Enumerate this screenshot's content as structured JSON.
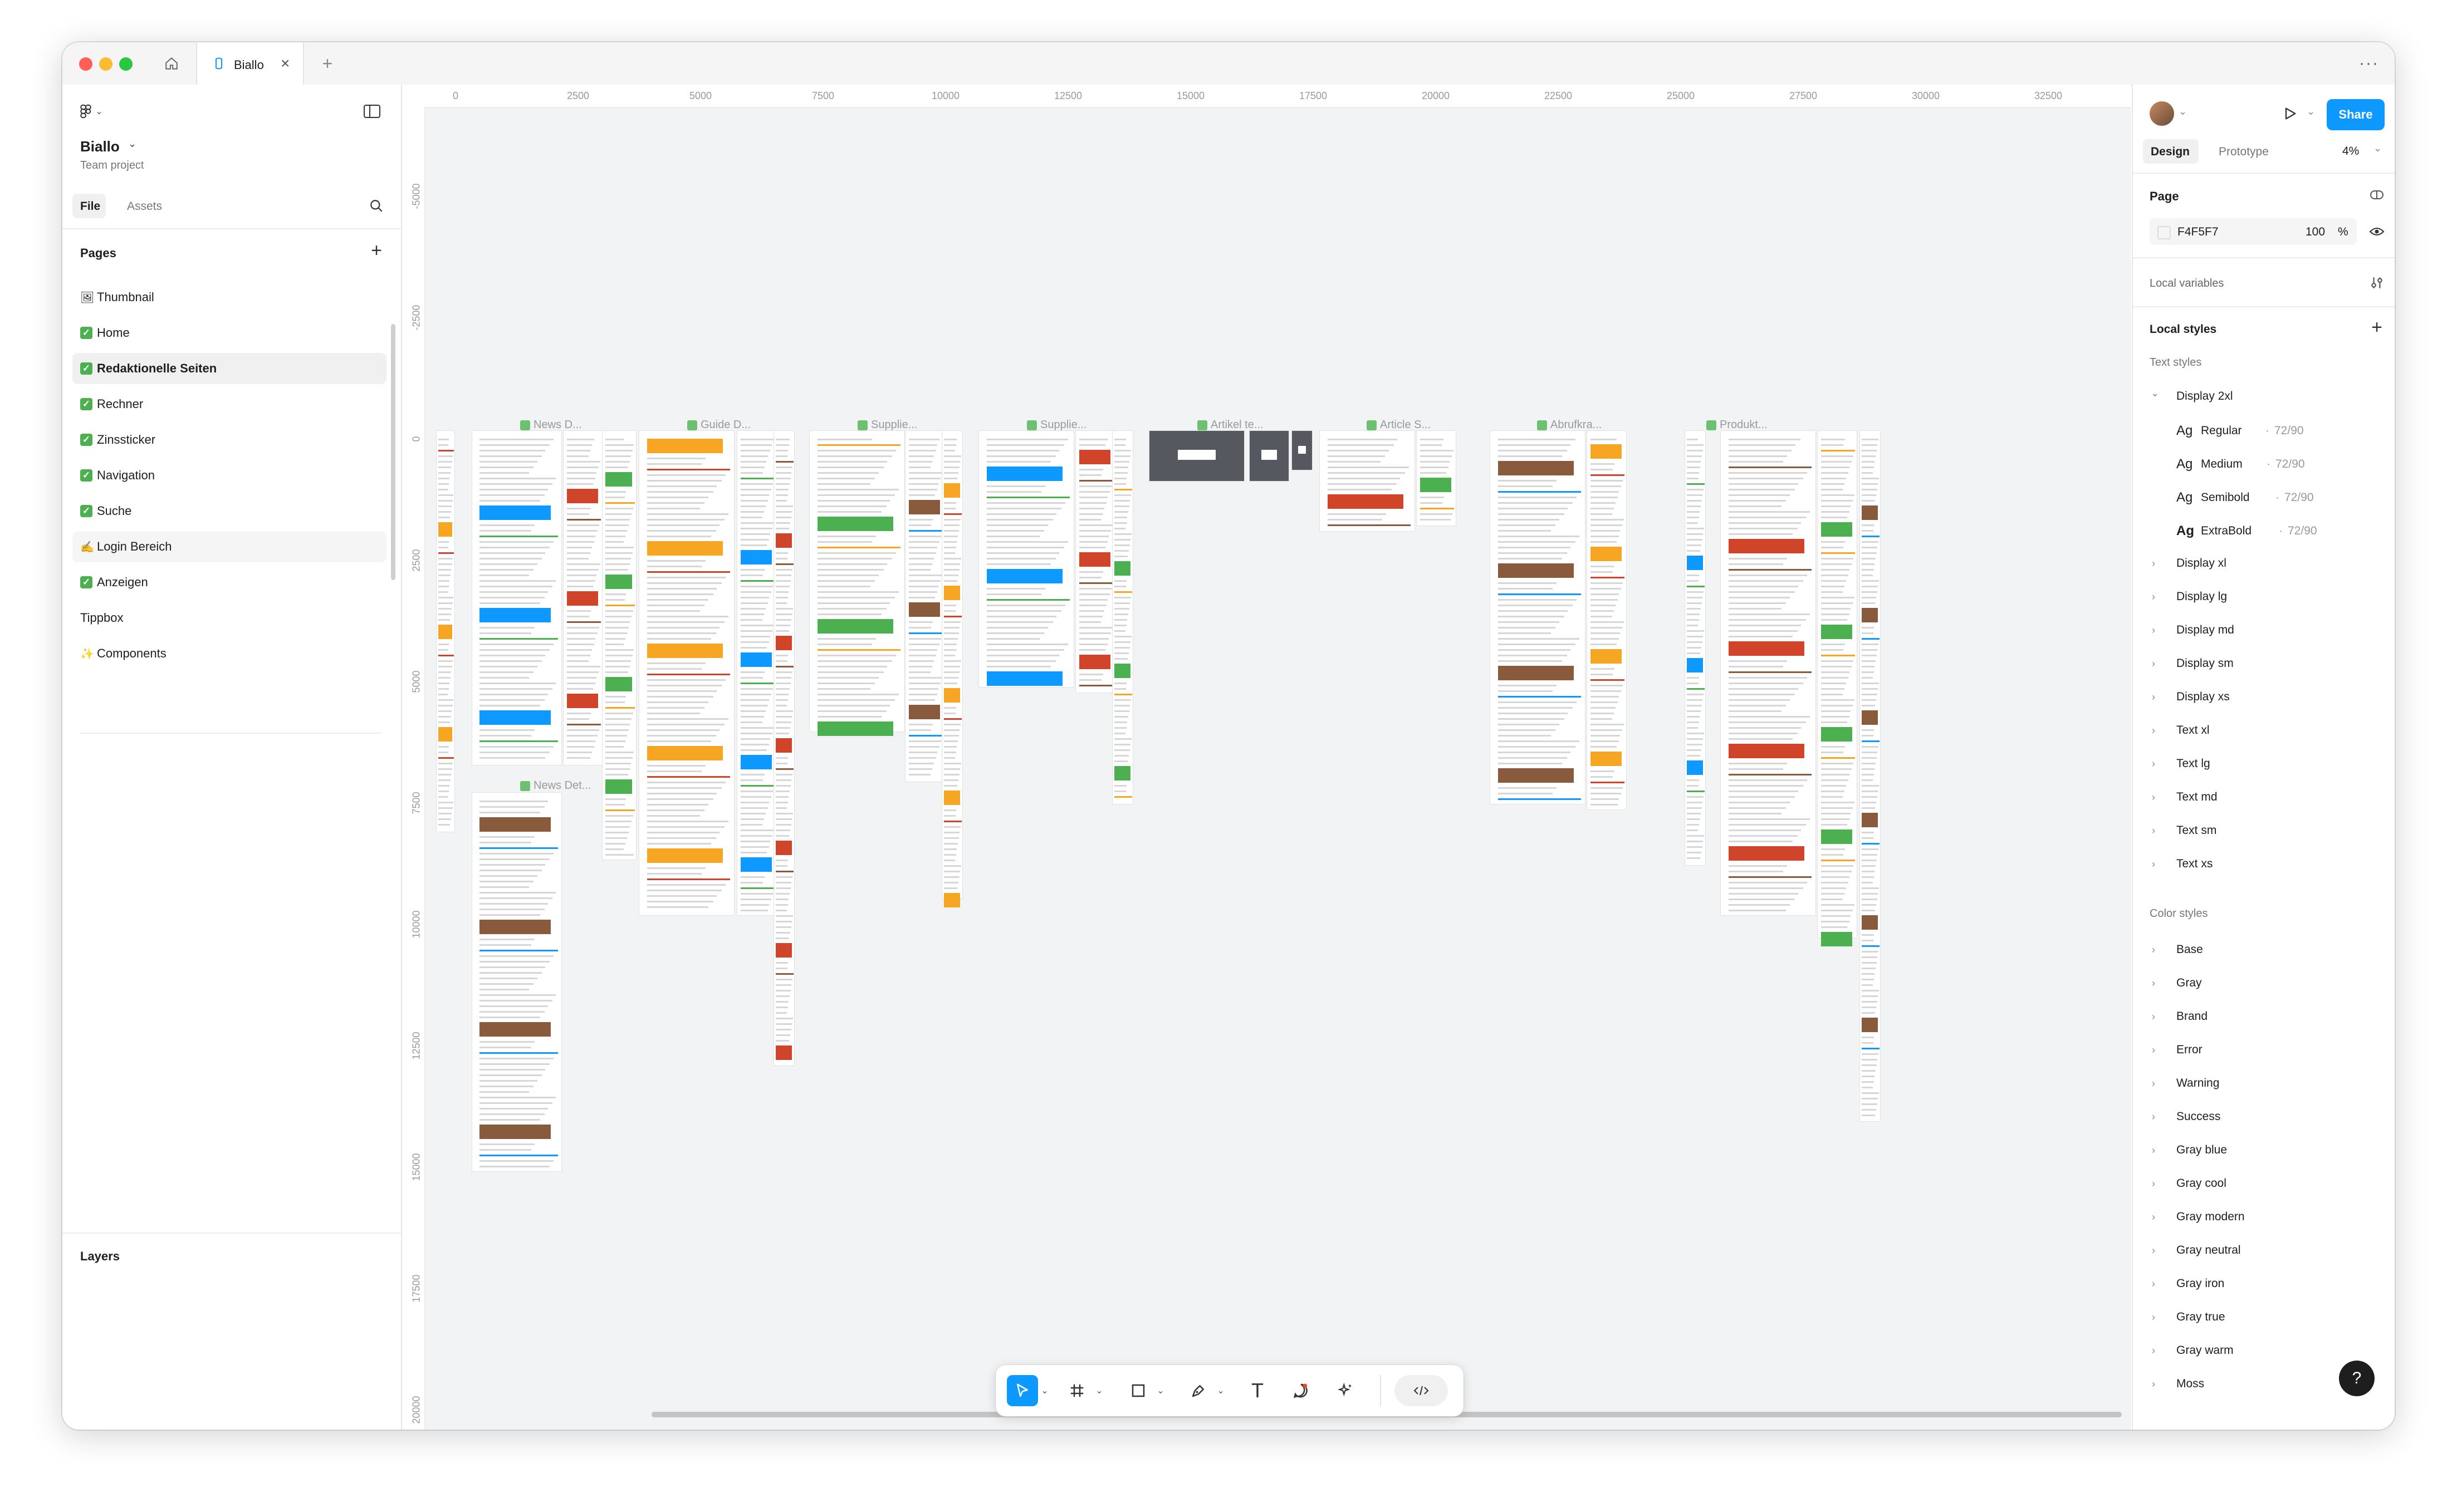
{
  "window": {
    "tab_title": "Biallo",
    "traffic_colors": [
      "#ff5f57",
      "#febc2e",
      "#28c840"
    ]
  },
  "file": {
    "name": "Biallo",
    "subtitle": "Team project",
    "tabs": [
      "File",
      "Assets"
    ],
    "pages_heading": "Pages",
    "layers_heading": "Layers",
    "pages": [
      {
        "marker": "🖼",
        "label": "Thumbnail"
      },
      {
        "marker": "check",
        "label": "Home"
      },
      {
        "marker": "check",
        "label": "Redaktionelle Seiten"
      },
      {
        "marker": "check",
        "label": "Rechner"
      },
      {
        "marker": "check",
        "label": "Zinssticker"
      },
      {
        "marker": "check",
        "label": "Navigation"
      },
      {
        "marker": "check",
        "label": "Suche"
      },
      {
        "marker": "✍",
        "label": "Login Bereich"
      },
      {
        "marker": "check",
        "label": "Anzeigen"
      },
      {
        "marker": "",
        "label": "Tippbox"
      },
      {
        "marker": "✨",
        "label": "Components"
      }
    ]
  },
  "rulers": {
    "top": [
      "0",
      "2500",
      "5000",
      "7500",
      "10000",
      "12500",
      "15000",
      "17500",
      "20000",
      "22500",
      "25000",
      "27500",
      "30000",
      "32500"
    ],
    "left": [
      "-5000",
      "-2500",
      "0",
      "2500",
      "5000",
      "7500",
      "10000",
      "12500",
      "15000",
      "17500",
      "20000"
    ]
  },
  "canvas": {
    "background": "#f2f3f5",
    "section_labels": [
      "News D...",
      "Guide D...",
      "Supplie...",
      "Supplie...",
      "Artikel te...",
      "Article S...",
      "Abrufkra...",
      "Produkt...",
      "News Det..."
    ]
  },
  "right": {
    "share_label": "Share",
    "tabs": [
      "Design",
      "Prototype"
    ],
    "zoom": "4%",
    "page_heading": "Page",
    "page_color": "F4F5F7",
    "page_opacity": "100",
    "page_opacity_unit": "%",
    "local_variables": "Local variables",
    "local_styles": "Local styles",
    "text_styles_heading": "Text styles",
    "display2xl": "Display 2xl",
    "display2xl_variants": [
      {
        "glyph": "Ag",
        "name": "Regular",
        "spec": "72/90"
      },
      {
        "glyph": "Ag",
        "name": "Medium",
        "spec": "72/90"
      },
      {
        "glyph": "Ag",
        "name": "Semibold",
        "spec": "72/90"
      },
      {
        "glyph": "Ag",
        "name": "ExtraBold",
        "spec": "72/90"
      }
    ],
    "text_styles": [
      "Display xl",
      "Display lg",
      "Display md",
      "Display sm",
      "Display xs",
      "Text xl",
      "Text lg",
      "Text md",
      "Text sm",
      "Text xs"
    ],
    "color_styles_heading": "Color styles",
    "color_styles": [
      "Base",
      "Gray",
      "Brand",
      "Error",
      "Warning",
      "Success",
      "Gray blue",
      "Gray cool",
      "Gray modern",
      "Gray neutral",
      "Gray iron",
      "Gray true",
      "Gray warm",
      "Moss"
    ],
    "help_label": "?"
  },
  "colors": {
    "accent": "#0d99ff",
    "check_green": "#4caf50"
  }
}
